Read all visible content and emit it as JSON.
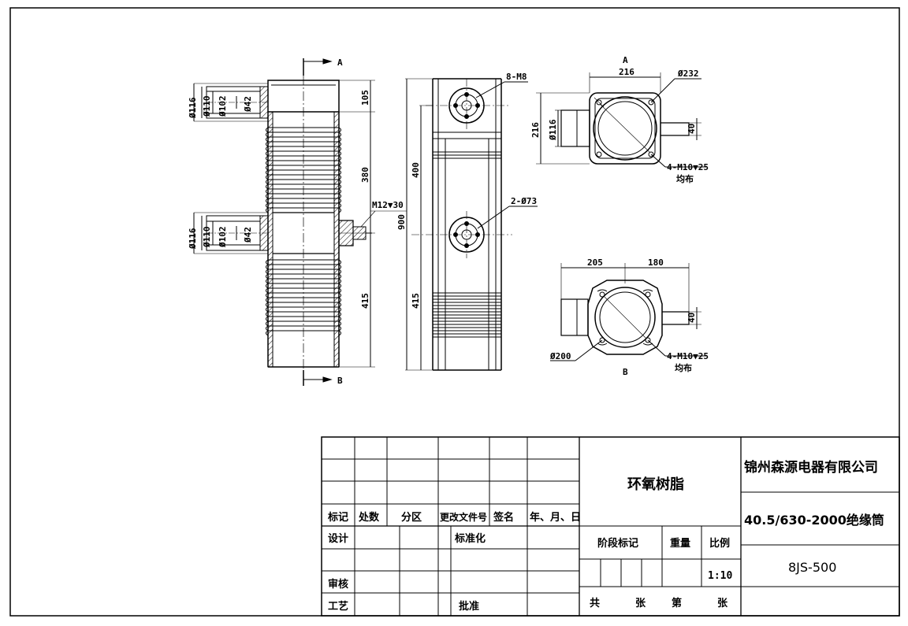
{
  "labels": {
    "sec_a": "A",
    "sec_b": "B",
    "view_a": "A",
    "view_b": "B"
  },
  "dims": {
    "d116_top": "Ø116",
    "d110_top": "Ø110",
    "d102_top": "Ø102",
    "d42_top": "Ø42",
    "d116_mid": "Ø116",
    "d110_mid": "Ø110",
    "d102_mid": "Ø102",
    "d42_mid": "Ø42",
    "h105": "105",
    "h380": "380",
    "h415_left": "415",
    "m12": "M12▼30",
    "h400": "400",
    "h900": "900",
    "h415_side": "415",
    "m8": "8-M8",
    "d73": "2-Ø73",
    "w216": "216",
    "d232": "Ø232",
    "h216": "216",
    "d116_a": "Ø116",
    "w40_a": "40",
    "m10_a": "4-M10▼25",
    "uniform_a": "均布",
    "w205": "205",
    "w180": "180",
    "w40_b": "40",
    "d200": "Ø200",
    "m10_b": "4-M10▼25",
    "uniform_b": "均布"
  },
  "title_block": {
    "headers": [
      "标记",
      "处数",
      "分区",
      "更改文件号",
      "签名",
      "年、月、日"
    ],
    "design": "设计",
    "standardize": "标准化",
    "review": "审核",
    "process": "工艺",
    "approve": "批准",
    "material": "环氧树脂",
    "stage_mark": "阶段标记",
    "weight": "重量",
    "scale_label": "比例",
    "scale_value": "1:10",
    "total": "共",
    "sheet1": "张",
    "number": "第",
    "sheet2": "张",
    "company": "锦州森源电器有限公司",
    "product": "40.5/630-2000绝缘筒",
    "code": "8JS-500"
  }
}
